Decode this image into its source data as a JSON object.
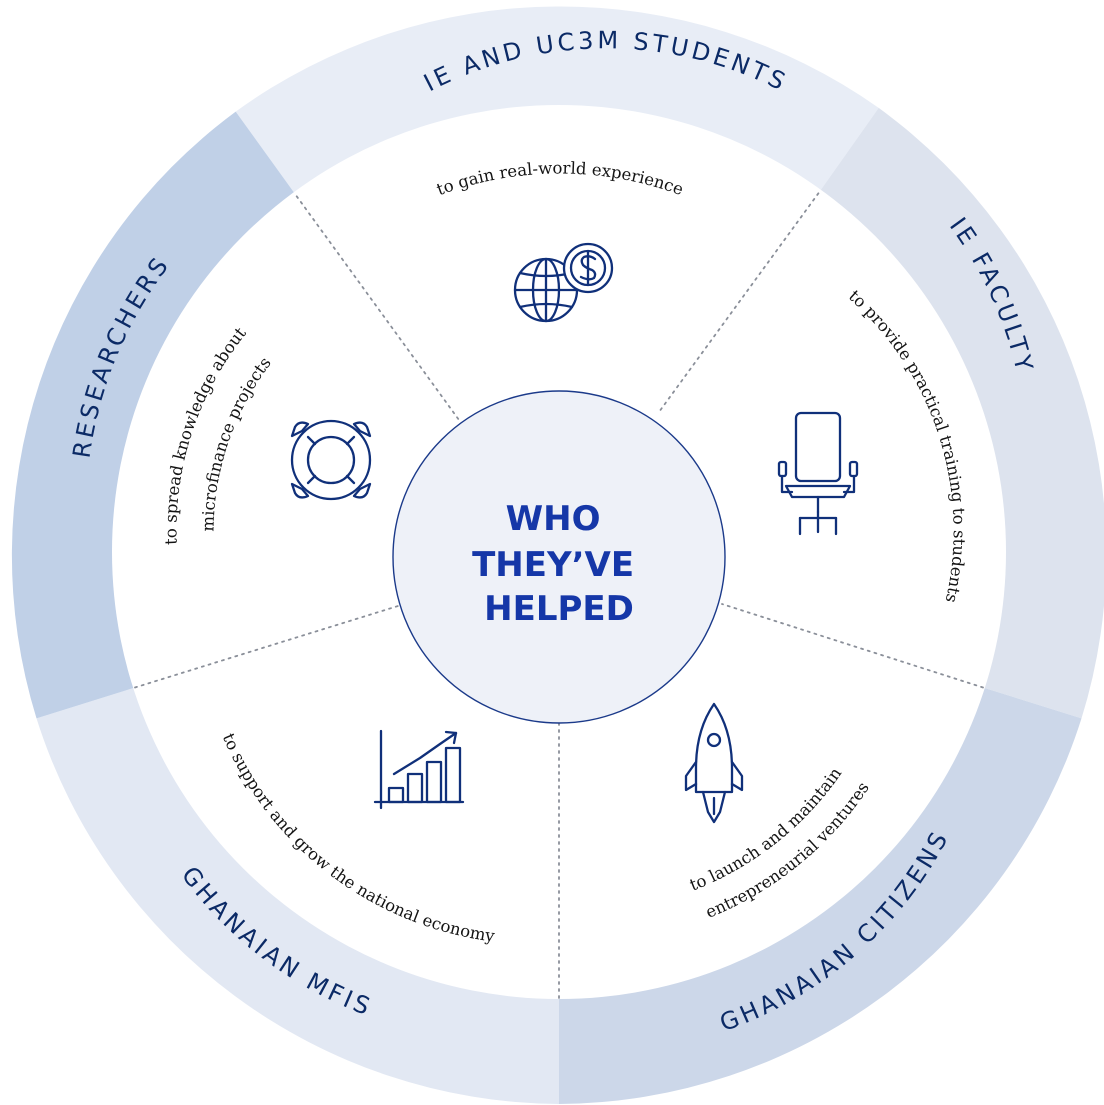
{
  "center": {
    "lines": [
      "WHO",
      "THEY’VE",
      "HELPED"
    ]
  },
  "segments": [
    {
      "label": "IE AND UC3M STUDENTS",
      "description": [
        "to gain real-world experience"
      ],
      "icon": "globe-dollar-icon",
      "ring_color": "#e8edf6"
    },
    {
      "label": "IE FACULTY",
      "description": [
        "to provide practical training to students"
      ],
      "icon": "office-chair-icon",
      "ring_color": "#dde3ee"
    },
    {
      "label": "GHANAIAN CITIZENS",
      "description": [
        "to launch and maintain",
        "entrepreneurial ventures"
      ],
      "icon": "rocket-icon",
      "ring_color": "#ccd7e9"
    },
    {
      "label": "GHANAIAN MFIS",
      "description": [
        "to support and grow the national economy"
      ],
      "icon": "growth-chart-icon",
      "ring_color": "#e2e8f3"
    },
    {
      "label": "RESEARCHERS",
      "description": [
        "to spread knowledge about",
        "microfinance projects"
      ],
      "icon": "lifebuoy-icon",
      "ring_color": "#c0d0e7"
    }
  ],
  "colors": {
    "center_fill": "#eef1f8",
    "center_stroke": "#1b3a8a",
    "icon_stroke": "#10307a",
    "ring_text": "#0b2a66",
    "title_text": "#1537a8"
  }
}
